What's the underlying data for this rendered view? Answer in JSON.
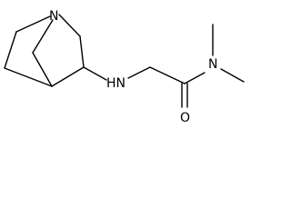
{
  "molecule": {
    "labels": {
      "ring_nitrogen": "N",
      "amine_nh": "HN",
      "amide_nitrogen": "N",
      "carbonyl_oxygen": "O"
    },
    "colors": {
      "bond": "#000000",
      "label": "#000000",
      "background": "#ffffff"
    }
  }
}
